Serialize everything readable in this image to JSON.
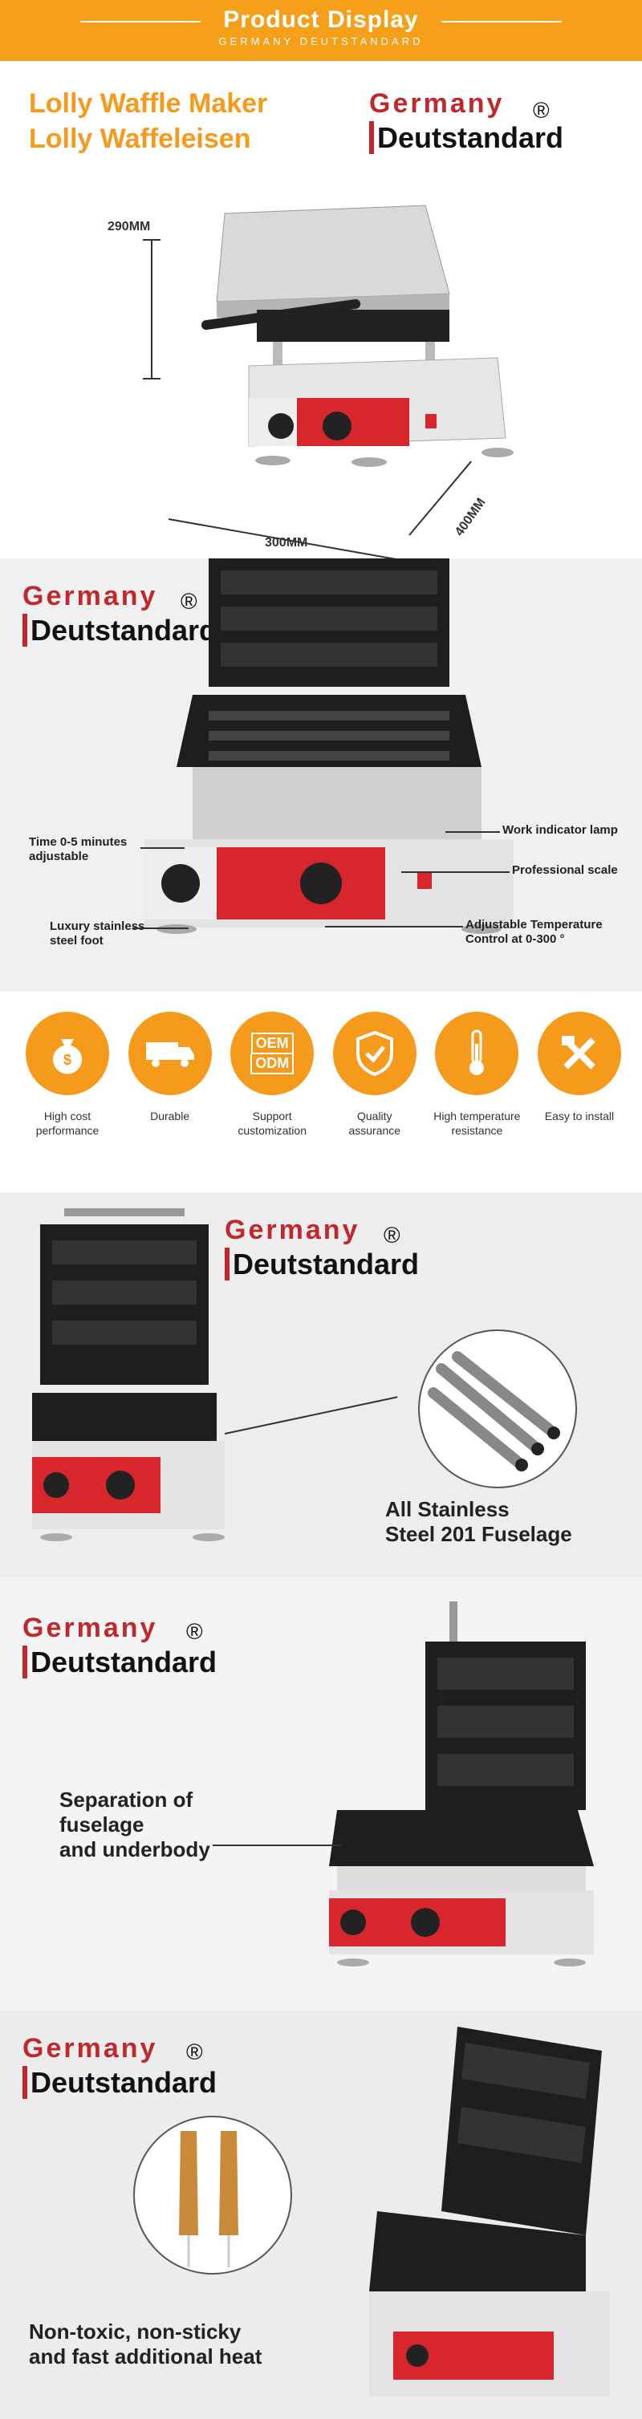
{
  "banner": {
    "title": "Product Display",
    "subtitle": "GERMANY DEUTSTANDARD"
  },
  "brand": {
    "line1": "Germany",
    "line2_d": "D",
    "line2_rest": "eutstandard",
    "reg": "®"
  },
  "section1": {
    "title_line1": "Lolly Waffle Maker",
    "title_line2": "Lolly Waffeleisen",
    "dim_height": "290MM",
    "dim_width": "300MM",
    "dim_depth": "400MM"
  },
  "section2": {
    "callout_time": "Time 0-5 minutes adjustable",
    "callout_foot": "Luxury stainless steel foot",
    "callout_lamp": "Work indicator lamp",
    "callout_scale": "Professional scale",
    "callout_temp": "Adjustable Temperature Control at 0-300 °"
  },
  "features": [
    {
      "icon": "money-bag-icon",
      "label": "High cost performance"
    },
    {
      "icon": "truck-icon",
      "label": "Durable"
    },
    {
      "icon": "oem-odm-icon",
      "label": "Support customization",
      "icon_text1": "OEM",
      "icon_text2": "ODM"
    },
    {
      "icon": "shield-check-icon",
      "label": "Quality assurance"
    },
    {
      "icon": "thermometer-icon",
      "label": "High temperature resistance"
    },
    {
      "icon": "tools-icon",
      "label": "Easy to install"
    }
  ],
  "section4": {
    "caption_line1": "All Stainless",
    "caption_line2": "Steel 201 Fuselage"
  },
  "section5": {
    "caption_line1": "Separation of",
    "caption_line2": "fuselage",
    "caption_line3": "and underbody"
  },
  "section6": {
    "caption_line1": "Non-toxic, non-sticky",
    "caption_line2": "and fast additional heat"
  },
  "colors": {
    "accent": "#f59a1b",
    "brand_red": "#c0282d",
    "panel_red": "#d8272c"
  }
}
